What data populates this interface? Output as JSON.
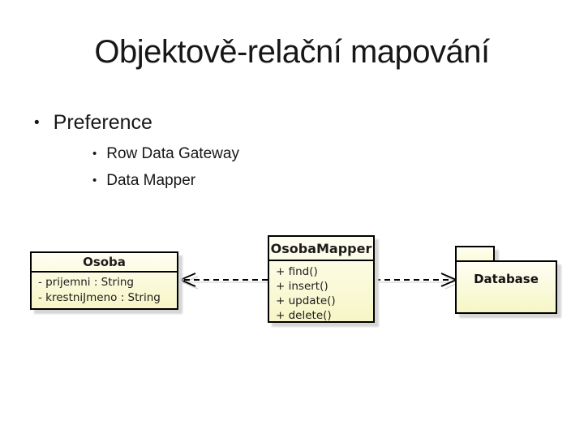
{
  "slide": {
    "title": "Objektově-relační mapování",
    "bullet_char": "•",
    "bullets": [
      {
        "level": 1,
        "label": "Preference"
      },
      {
        "level": 2,
        "label": "Row Data Gateway"
      },
      {
        "level": 2,
        "label": "Data Mapper"
      }
    ]
  },
  "diagram": {
    "type": "uml-class-diagram",
    "classes": [
      {
        "name": "Osoba",
        "attributes": [
          "- prijemni : String",
          "- krestniJmeno : String"
        ],
        "methods": []
      },
      {
        "name": "OsobaMapper",
        "attributes": [],
        "methods": [
          "+ find()",
          "+ insert()",
          "+ update()",
          "+ delete()"
        ]
      }
    ],
    "package": {
      "name": "Database"
    },
    "relations": [
      {
        "from": "OsobaMapper",
        "to": "Osoba",
        "type": "dashed-dependency-arrow"
      },
      {
        "from": "OsobaMapper",
        "to": "Database",
        "type": "dashed-dependency-arrow"
      }
    ],
    "colors": {
      "background": "#ffffff",
      "box_fill_top": "#fffef2",
      "box_fill_bottom": "#f6f6c6",
      "box_border": "#000000",
      "box_shadow": "#d6d6d6",
      "text": "#1c1c1c",
      "arrow": "#000000"
    }
  }
}
